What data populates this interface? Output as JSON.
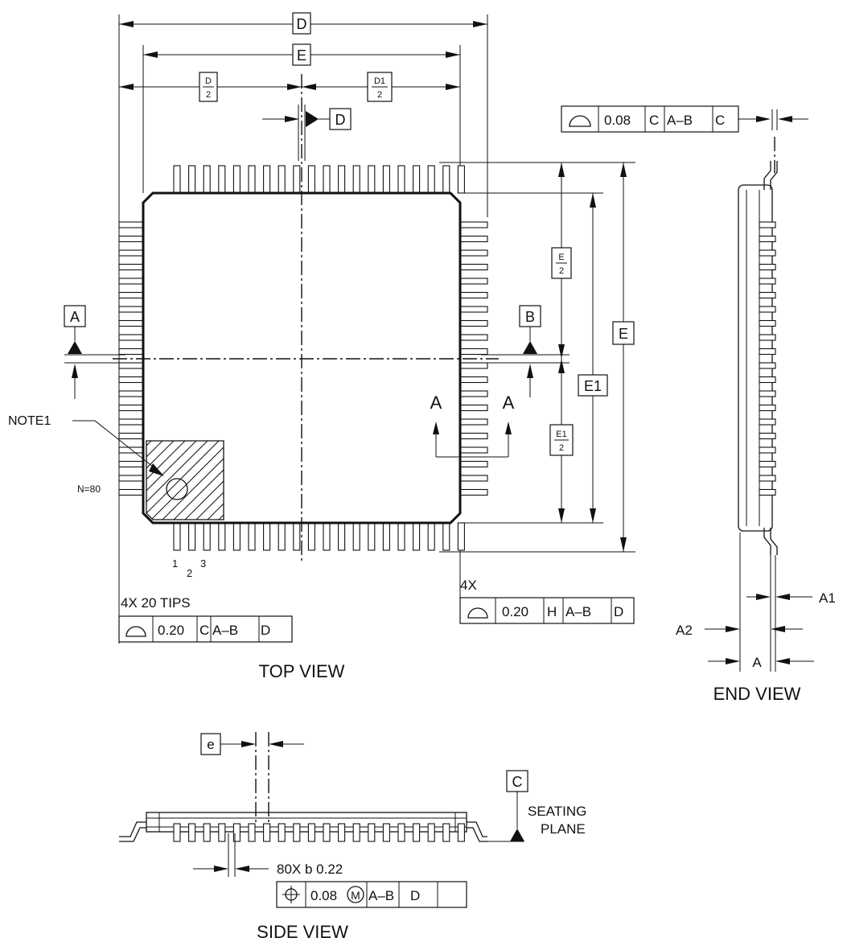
{
  "top_view": {
    "dims": {
      "D": "D",
      "E": "E",
      "half_D_num": "D",
      "half_D1_num": "D1",
      "half_den": "2",
      "datum_D": "D",
      "half_E_num": "E",
      "half_E1_num": "E1",
      "E_right": "E",
      "E1_right": "E1"
    },
    "datum_A": "A",
    "datum_B": "B",
    "section_A_left": "A",
    "section_A_right": "A",
    "note1": "NOTE1",
    "n80": "N=80",
    "pin1": "1",
    "pin2": "2",
    "pin3": "3",
    "fcf_tips_label": "4X 20 TIPS",
    "fcf_tips": {
      "value": "0.20",
      "c1": "C",
      "c2": "A–B",
      "c3": "D"
    },
    "fcf_4x_label": "4X",
    "fcf_4x": {
      "value": "0.20",
      "c1": "H",
      "c2": "A–B",
      "c3": "D"
    },
    "fcf_top": {
      "value": "0.08",
      "c1": "C",
      "c2": "A–B",
      "c3": "C"
    },
    "caption": "TOP VIEW"
  },
  "end_view": {
    "A1": "A1",
    "A2": "A2",
    "A": "A",
    "caption": "END VIEW"
  },
  "side_view": {
    "e": "e",
    "datum_C": "C",
    "seating1": "SEATING",
    "seating2": "PLANE",
    "leads_label": "80X b 0.22",
    "fcf": {
      "value": "0.08",
      "mod": "M",
      "c2": "A–B",
      "c3": "D"
    },
    "caption": "SIDE VIEW"
  }
}
